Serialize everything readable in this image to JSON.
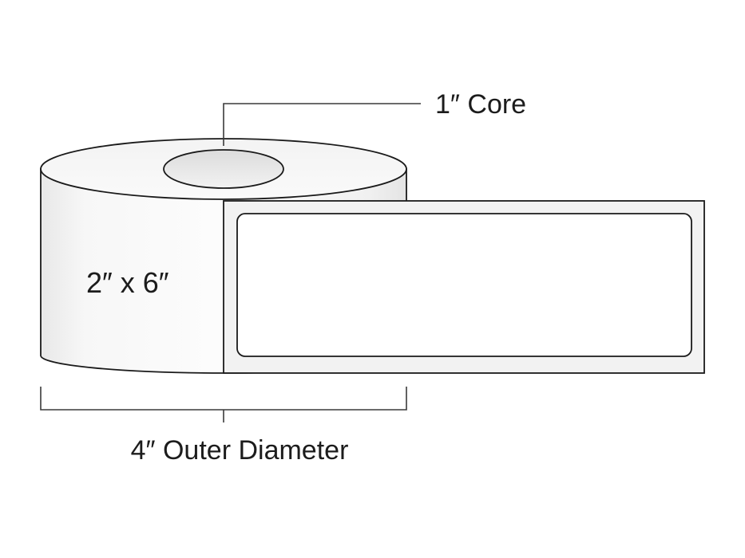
{
  "labels": {
    "core": "1″ Core",
    "size": "2″ x 6″",
    "outer_diameter": "4″ Outer Diameter"
  },
  "colors": {
    "stroke": "#1a1a1a",
    "roll_body_light": "#fbfbfb",
    "roll_body_shade": "#e9e9e9",
    "roll_top": "#f6f6f6",
    "core_hole": "#ececec",
    "liner": "#f1f1f1",
    "label_face": "#ffffff",
    "dimension_line": "#3a3a3a",
    "text": "#1c1c1c"
  }
}
